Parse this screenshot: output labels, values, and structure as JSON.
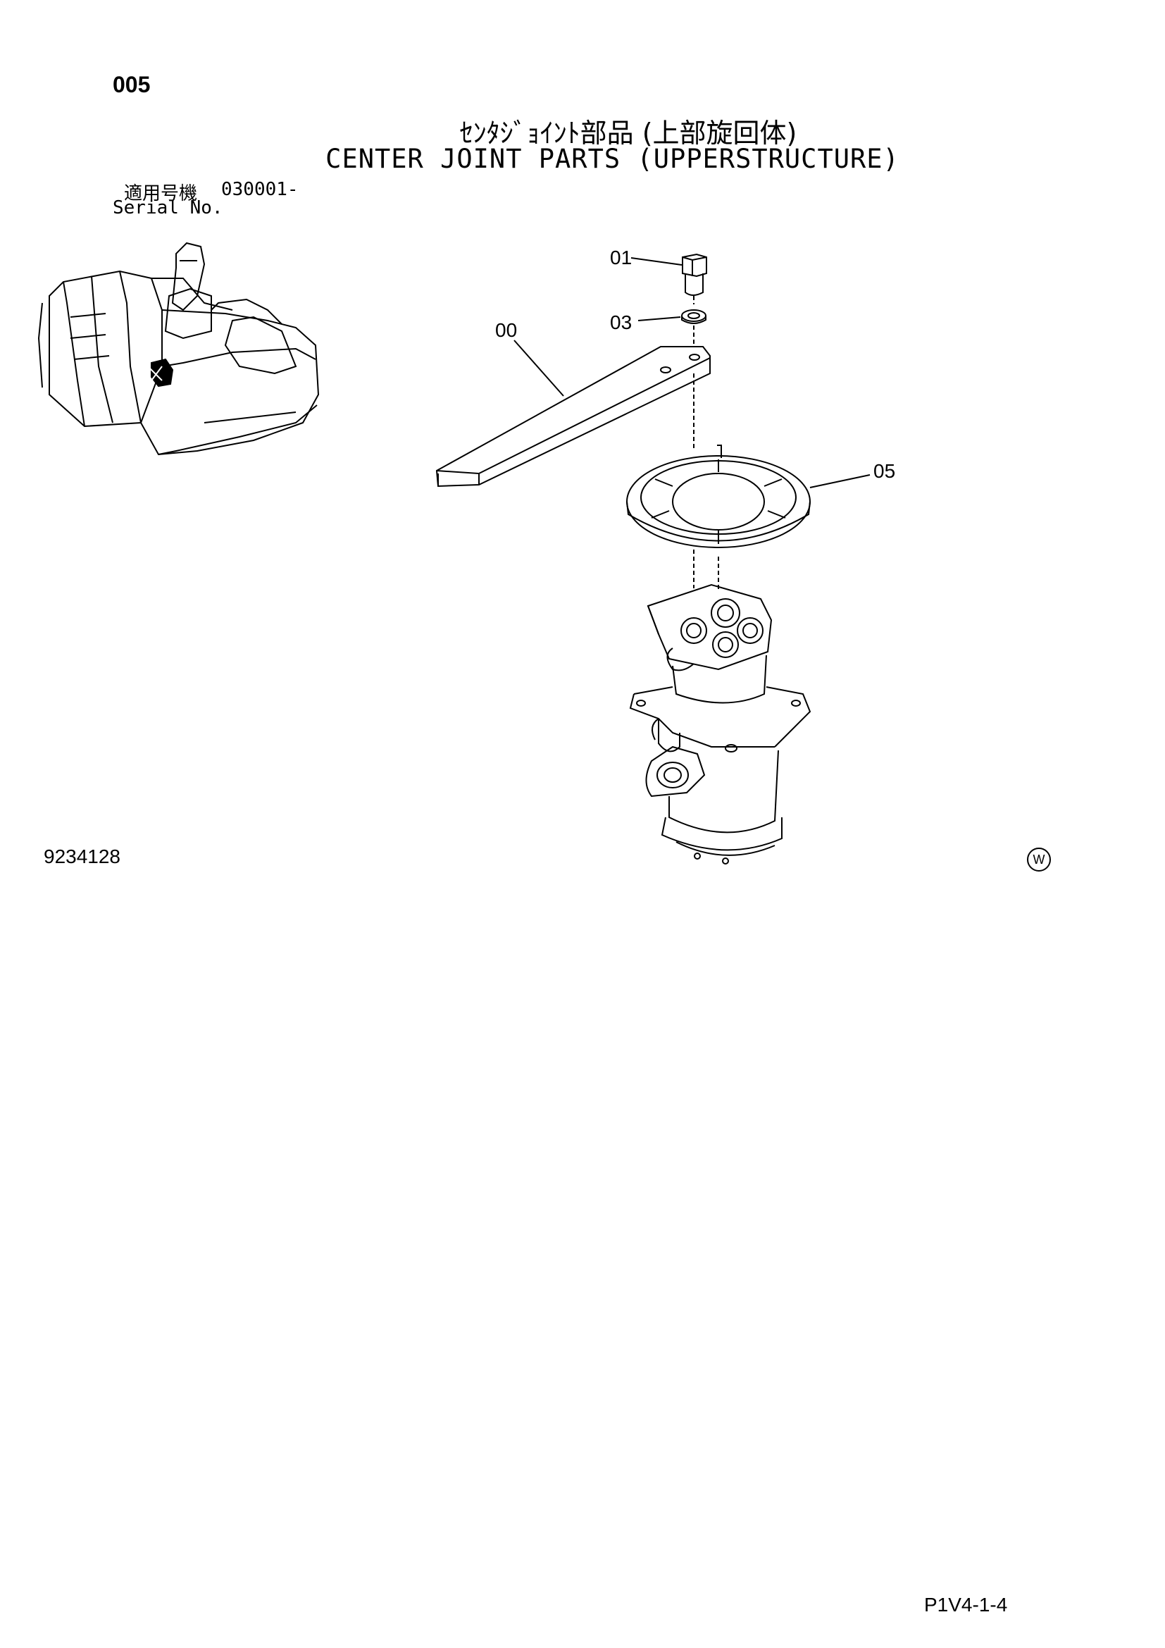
{
  "header": {
    "page_number": "005",
    "title_jp": "ｾﾝﾀｼﾞｮｲﾝﾄ部品 (上部旋回体)",
    "title_en": "CENTER JOINT PARTS (UPPERSTRUCTURE)"
  },
  "serial": {
    "label_jp": "適用号機",
    "number": "030001-",
    "label_en": "Serial No."
  },
  "callouts": {
    "c00": "00",
    "c01": "01",
    "c03": "03",
    "c05": "05"
  },
  "footer": {
    "drawing_code": "9234128",
    "revision_mark": "W",
    "page_ref": "P1V4-1-4"
  }
}
